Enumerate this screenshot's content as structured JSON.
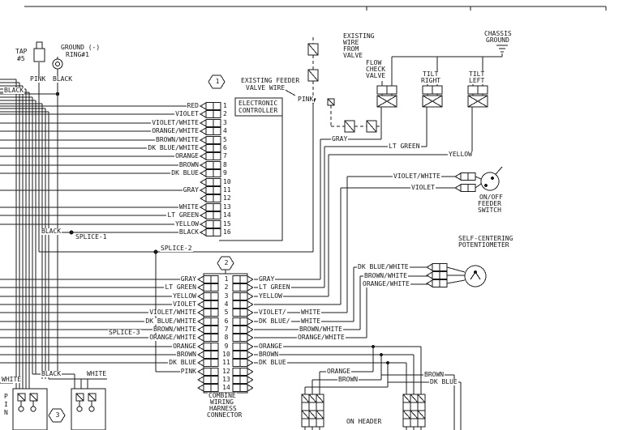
{
  "top_left": {
    "tap1": "TAP",
    "tap2": "#5",
    "ground1": "GROUND (-)",
    "ground2": "RING#1",
    "pink": "PINK",
    "black": "BLACK",
    "black_wire": "BLACK"
  },
  "callouts": {
    "c1": "1",
    "c2": "2",
    "c3": "3"
  },
  "note1": {
    "line1": "EXISTING FEEDER",
    "line2": "VALVE WIRE",
    "pink": "PINK"
  },
  "controller": {
    "title1": "ELECTRONIC",
    "title2": "CONTROLLER",
    "pins": [
      {
        "n": "1",
        "label": "RED"
      },
      {
        "n": "2",
        "label": "VIOLET"
      },
      {
        "n": "3",
        "label": "VIOLET/WHITE"
      },
      {
        "n": "4",
        "label": "ORANGE/WHITE"
      },
      {
        "n": "5",
        "label": "BROWN/WHITE"
      },
      {
        "n": "6",
        "label": "DK BLUE/WHITE"
      },
      {
        "n": "7",
        "label": "ORANGE"
      },
      {
        "n": "8",
        "label": "BROWN"
      },
      {
        "n": "9",
        "label": "DK BLUE"
      },
      {
        "n": "10",
        "label": ""
      },
      {
        "n": "11",
        "label": "GRAY"
      },
      {
        "n": "12",
        "label": ""
      },
      {
        "n": "13",
        "label": "WHITE"
      },
      {
        "n": "14",
        "label": "LT GREEN"
      },
      {
        "n": "15",
        "label": "YELLOW"
      },
      {
        "n": "16",
        "label": "BLACK"
      }
    ]
  },
  "splices": {
    "s1": "SPLICE-1",
    "s1_wire": "BLACK",
    "s2": "SPLICE-2",
    "s3": "SPLICE-3"
  },
  "harness": {
    "title1": "COMBINE",
    "title2": "WIRING",
    "title3": "HARNESS",
    "title4": "CONNECTOR",
    "pins": [
      {
        "n": "1",
        "left": "GRAY",
        "right": "GRAY"
      },
      {
        "n": "2",
        "left": "LT GREEN",
        "right": "LT GREEN"
      },
      {
        "n": "3",
        "left": "YELLOW",
        "right": "YELLOW"
      },
      {
        "n": "4",
        "left": "VIOLET",
        "right": ""
      },
      {
        "n": "5",
        "left": "VIOLET/WHITE",
        "right": "VIOLET/",
        "right2": "WHITE"
      },
      {
        "n": "6",
        "left": "DK BLUE/WHITE",
        "right": "DK BLUE/",
        "right2": "WHITE"
      },
      {
        "n": "7",
        "left": "BROWN/WHITE",
        "right": "BROWN/WHITE"
      },
      {
        "n": "8",
        "left": "ORANGE/WHITE",
        "right": "ORANGE/WHITE"
      },
      {
        "n": "9",
        "left": "ORANGE",
        "right": "ORANGE"
      },
      {
        "n": "10",
        "left": "BROWN",
        "right": "BROWN"
      },
      {
        "n": "11",
        "left": "DK BLUE",
        "right": "DK BLUE"
      },
      {
        "n": "12",
        "left": "PINK",
        "right": ""
      },
      {
        "n": "13",
        "left": "",
        "right": ""
      },
      {
        "n": "14",
        "left": "",
        "right": ""
      }
    ]
  },
  "right": {
    "existing1": "EXISTING",
    "existing2": "WIRE",
    "existing3": "FROM",
    "existing4": "VALVE",
    "flow1": "FLOW",
    "flow2": "CHECK",
    "flow3": "VALVE",
    "tiltr1": "TILT",
    "tiltr2": "RIGHT",
    "tiltl1": "TILT",
    "tiltl2": "LEFT",
    "chassis1": "CHASSIS",
    "chassis2": "GROUND",
    "gray": "GRAY",
    "lt_green": "LT GREEN",
    "yellow": "YELLOW",
    "violet_white": "VIOLET/WHITE",
    "violet": "VIOLET",
    "switch1": "ON/OFF",
    "switch2": "FEEDER",
    "switch3": "SWITCH",
    "pot1": "SELF-CENTERING",
    "pot2": "POTENTIOMETER",
    "pot_wire1": "DK BLUE/WHITE",
    "pot_wire2": "BROWN/WHITE",
    "pot_wire3": "ORANGE/WHITE"
  },
  "bottom": {
    "orange": "ORANGE",
    "brown": "BROWN",
    "brown2": "BROWN",
    "dk_blue": "DK BLUE",
    "on_header": "ON HEADER",
    "black": "BLACK",
    "white": "WHITE",
    "white2": "WHITE",
    "pin1": "P",
    "pin2": "I",
    "pin3": "N"
  }
}
